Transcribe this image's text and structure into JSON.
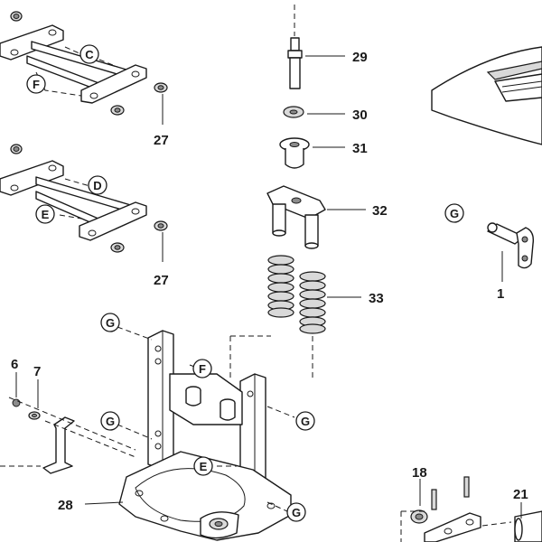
{
  "parts": {
    "p1": "1",
    "p6": "6",
    "p7": "7",
    "p18": "18",
    "p21": "21",
    "p27a": "27",
    "p27b": "27",
    "p28": "28",
    "p29": "29",
    "p30": "30",
    "p31": "31",
    "p32": "32",
    "p33": "33"
  },
  "refs": {
    "c": "C",
    "d": "D",
    "e1": "E",
    "e2": "E",
    "f1": "F",
    "f2": "F",
    "g1": "G",
    "g2": "G",
    "g3": "G",
    "g4": "G",
    "g5": "G"
  }
}
